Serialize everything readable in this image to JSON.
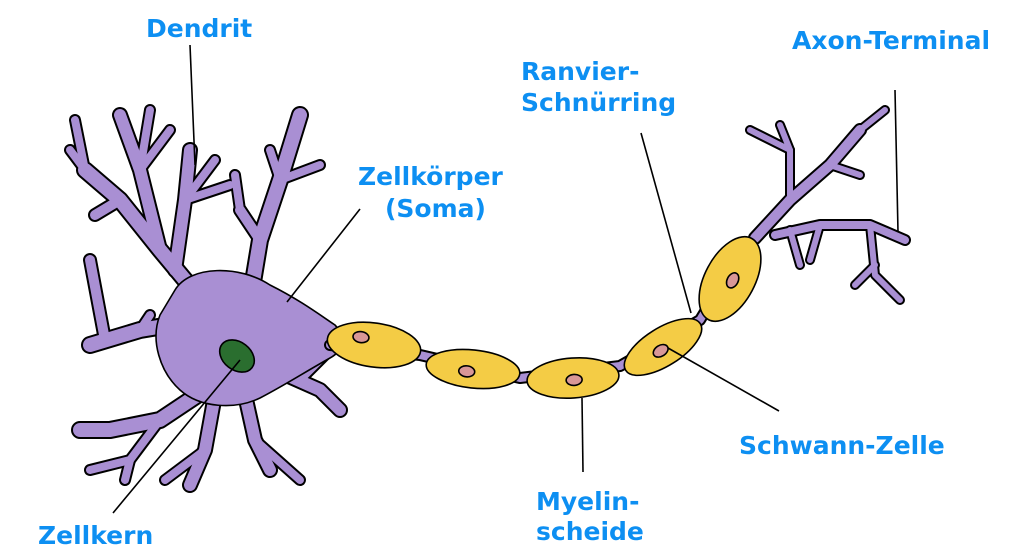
{
  "labels": {
    "dendrit": "Dendrit",
    "axon_terminal": "Axon-Terminal",
    "ranvier_1": "Ranvier-",
    "ranvier_2": "Schnürring",
    "zellkoerper_1": "Zellkörper",
    "zellkoerper_2": "(Soma)",
    "schwann": "Schwann-Zelle",
    "myelin_1": "Myelin-",
    "myelin_2": "scheide",
    "zellkern": "Zellkern"
  },
  "colors": {
    "label": "#0d8ff2",
    "neuron": "#a98fd3",
    "myelin": "#f4cc45",
    "nucleus_schwann": "#d99797",
    "nucleus_soma": "#2a6e2f",
    "outline": "#000000"
  }
}
